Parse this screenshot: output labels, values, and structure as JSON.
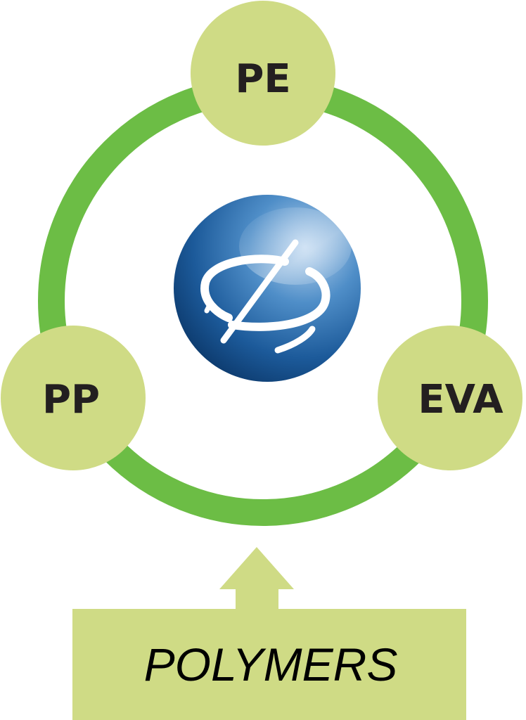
{
  "diagram": {
    "nodes": {
      "top": {
        "label": "PE"
      },
      "left": {
        "label": "PP"
      },
      "right": {
        "label": "EVA"
      }
    },
    "input": {
      "label": "POLYMERS"
    },
    "center_logo": {
      "icon": "slashed-ellipse-logo-icon"
    }
  },
  "colors": {
    "ring": "#6cbd45",
    "node_fill": "#cfdb85",
    "logo_blue": "#1f5fa0",
    "logo_dark": "#0d3c6e",
    "text": "#231f20"
  }
}
